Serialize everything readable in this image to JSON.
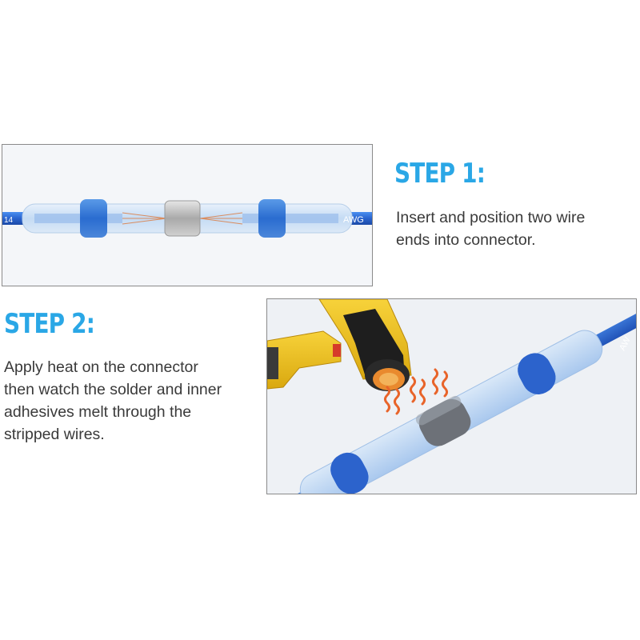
{
  "step1": {
    "title": "STEP 1:",
    "lines": [
      "Insert and position two wire",
      "ends into connector."
    ],
    "wire_left_label": "14",
    "wire_right_label": "AWG"
  },
  "step2": {
    "title": "STEP 2:",
    "lines": [
      "Apply heat on the connector",
      "then watch the solder and inner",
      "adhesives melt through the",
      "stripped wires."
    ],
    "wire_label": "AW"
  },
  "colors": {
    "accent": "#2aa7e6",
    "wire_blue": "#2f6fd6",
    "heat_gun_yellow": "#f2c21b",
    "heat_waves": "#e8642a"
  }
}
